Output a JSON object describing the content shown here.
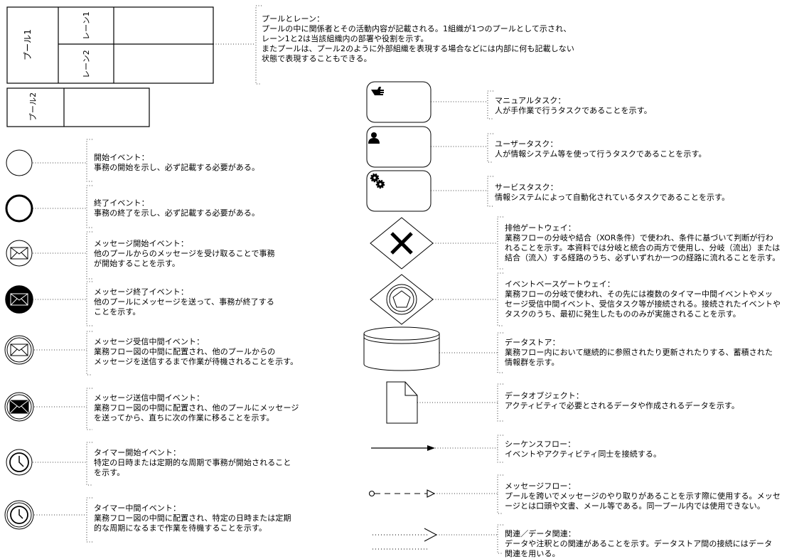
{
  "pools": {
    "pool1_label": "プール1",
    "lane1_label": "レーン1",
    "lane2_label": "レーン2",
    "pool2_label": "プール2"
  },
  "annotations": {
    "pool": [
      "プールとレーン：",
      "プールの中に関係者とその活動内容が記載される。1組織が1つのプールとして示され、",
      "レーン1と2は当該組織内の部署や役割を示す。",
      "またプールは、プール2のように外部組織を表現する場合などには内部に何も記載しない",
      "状態で表現することもできる。"
    ],
    "start_event": [
      "開始イベント：",
      "事務の開始を示し、必ず記載する必要がある。"
    ],
    "end_event": [
      "終了イベント：",
      "事務の終了を示し、必ず記載する必要がある。"
    ],
    "message_start": [
      "メッセージ開始イベント：",
      "他のプールからのメッセージを受け取ることで事務",
      "が開始することを示す。"
    ],
    "message_end": [
      "メッセージ終了イベント：",
      "他のプールにメッセージを送って、事務が終了する",
      "ことを示す。"
    ],
    "message_catch": [
      "メッセージ受信中間イベント：",
      "業務フロー図の中間に配置され、他のプールからの",
      "メッセージを送信するまで作業が待機されることを示す。"
    ],
    "message_throw": [
      "メッセージ送信中間イベント：",
      "業務フロー図の中間に配置され、他のプールにメッセージ",
      "を送ってから、直ちに次の作業に移ることを示す。"
    ],
    "timer_start": [
      "タイマー開始イベント：",
      "特定の日時または定期的な周期で事務が開始されること",
      "を示す。"
    ],
    "timer_intermediate": [
      "タイマー中間イベント：",
      "業務フロー図の中間に配置され、特定の日時または定期",
      "的な周期になるまで作業を待機することを示す。"
    ],
    "manual_task": [
      "マニュアルタスク：",
      "人が手作業で行うタスクであることを示す。"
    ],
    "user_task": [
      "ユーザータスク：",
      "人が情報システム等を使って行うタスクであることを示す。"
    ],
    "service_task": [
      "サービスタスク：",
      "情報システムによって自動化されているタスクであることを示す。"
    ],
    "xor_gateway": [
      "排他ゲートウェイ：",
      "業務フローの分岐や結合（XOR条件）で使われ、条件に基づいて判断が行わ",
      "れることを示す。本資料では分岐と統合の両方で使用し、分岐（流出）または",
      "結合（流入）する経路のうち、必ずいずれか一つの経路に流れることを示す。"
    ],
    "event_gateway": [
      "イベントベースゲートウェイ：",
      "業務フローの分岐で使われ、その先には複数のタイマー中間イベントやメッ",
      "セージ受信中間イベント、受信タスク等が接続される。接続されたイベントや",
      "タスクのうち、最初に発生したもののみが実施されることを示す。"
    ],
    "data_store": [
      "データストア：",
      "業務フロー内において継続的に参照されたり更新されたりする、蓄積された",
      "情報群を示す。"
    ],
    "data_object": [
      "データオブジェクト：",
      "アクティビティで必要とされるデータや作成されるデータを示す。"
    ],
    "sequence_flow": [
      "シーケンスフロー：",
      "イベントやアクティビティ同士を接続する。"
    ],
    "message_flow": [
      "メッセージフロー：",
      "プールを跨いでメッセージのやり取りがあることを示す際に使用する。メッセ",
      "ージとは口頭や文書、メール等である。同一プール内では使用できない。"
    ],
    "association": [
      "関連／データ関連：",
      "データや注釈との関連があることを示す。データストア間の接続にはデータ",
      "関連を用いる。"
    ]
  }
}
